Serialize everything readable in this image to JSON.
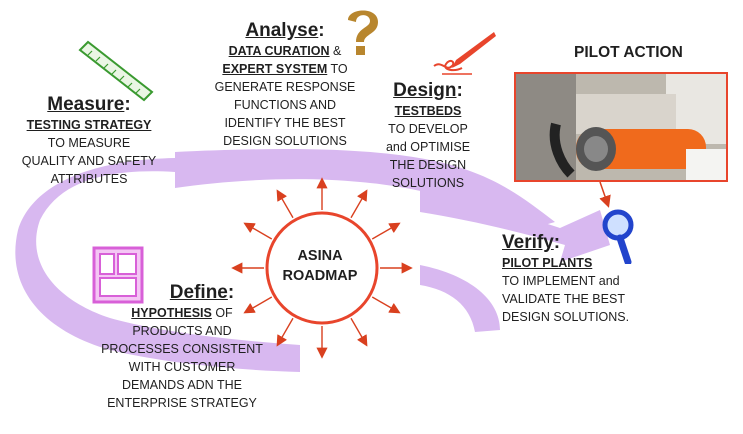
{
  "center": {
    "line1": "ASINA",
    "line2": "ROADMAP"
  },
  "pilot_action": {
    "title": "PILOT ACTION"
  },
  "analyse": {
    "title": "Analyse",
    "colon": ":",
    "l1_bold": "DATA CURATION",
    "l1_rest": " &",
    "l2_bold": "EXPERT SYSTEM",
    "l2_rest": " TO",
    "l3": "GENERATE RESPONSE",
    "l4": "FUNCTIONS AND",
    "l5": "IDENTIFY THE BEST",
    "l6": "DESIGN SOLUTIONS"
  },
  "measure": {
    "title": "Measure",
    "colon": ":",
    "l1_bold": "TESTING STRATEGY",
    "l2": "TO MEASURE",
    "l3": "QUALITY AND SAFETY",
    "l4": "ATTRIBUTES"
  },
  "design": {
    "title": "Design",
    "colon": ":",
    "l1_bold": "TESTBEDS",
    "l2": "TO DEVELOP",
    "l3": "and OPTIMISE",
    "l4": "THE DESIGN",
    "l5": "SOLUTIONS"
  },
  "verify": {
    "title": "Verify",
    "colon": ":",
    "l1_bold": "PILOT PLANTS",
    "l2": "TO IMPLEMENT and",
    "l3": "VALIDATE THE BEST",
    "l4": "DESIGN SOLUTIONS."
  },
  "define": {
    "title": "Define",
    "colon": ":",
    "l1_bold": "HYPOTHESIS",
    "l1_rest": " OF",
    "l2": "PRODUCTS AND",
    "l3": "PROCESSES CONSISTENT",
    "l4": "WITH CUSTOMER",
    "l5": "DEMANDS ADN THE",
    "l6": "ENTERPRISE STRATEGY"
  },
  "icons": {
    "question": "question-mark-icon",
    "pen": "pen-writing-icon",
    "ruler": "ruler-icon",
    "magnifier": "magnifier-icon",
    "layout": "layout-grid-icon"
  },
  "colors": {
    "swoosh": "#d8b8f0",
    "ring": "#e8452c",
    "arrows": "#d9401f",
    "question": "#b8862e",
    "layout": "#d860d8",
    "ruler": "#3a9a30",
    "magnifier": "#2244cc"
  }
}
